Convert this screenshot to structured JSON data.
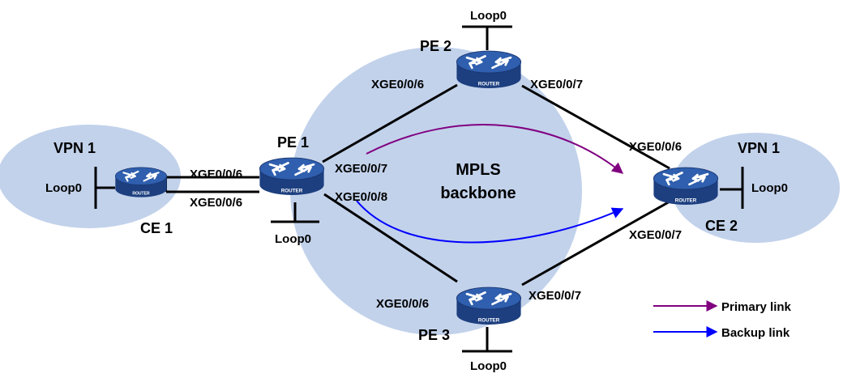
{
  "colors": {
    "cloud": "#c2d2eb",
    "router_top": "#2f5fae",
    "router_side": "#1d3f7f",
    "primary": "#800080",
    "backup": "#0000ff",
    "line": "#000000"
  },
  "labels": {
    "vpn_left": "VPN 1",
    "vpn_right": "VPN 1",
    "mpls_line1": "MPLS",
    "mpls_line2": "backbone"
  },
  "devices": {
    "ce1": {
      "name": "CE 1",
      "loopback": "Loop0",
      "ports": [
        "XGE0/0/6",
        "XGE0/0/6"
      ]
    },
    "pe1": {
      "name": "PE 1",
      "loopback": "Loop0",
      "ports": [
        "XGE0/0/6",
        "XGE0/0/7",
        "XGE0/0/8"
      ]
    },
    "pe2": {
      "name": "PE 2",
      "loopback": "Loop0",
      "ports": [
        "XGE0/0/6",
        "XGE0/0/7"
      ]
    },
    "pe3": {
      "name": "PE 3",
      "loopback": "Loop0",
      "ports": [
        "XGE0/0/6",
        "XGE0/0/7"
      ]
    },
    "ce2": {
      "name": "CE 2",
      "loopback": "Loop0",
      "ports": [
        "XGE0/0/6",
        "XGE0/0/7"
      ]
    }
  },
  "router_badge": "ROUTER",
  "legend": {
    "primary": "Primary link",
    "backup": "Backup link"
  }
}
